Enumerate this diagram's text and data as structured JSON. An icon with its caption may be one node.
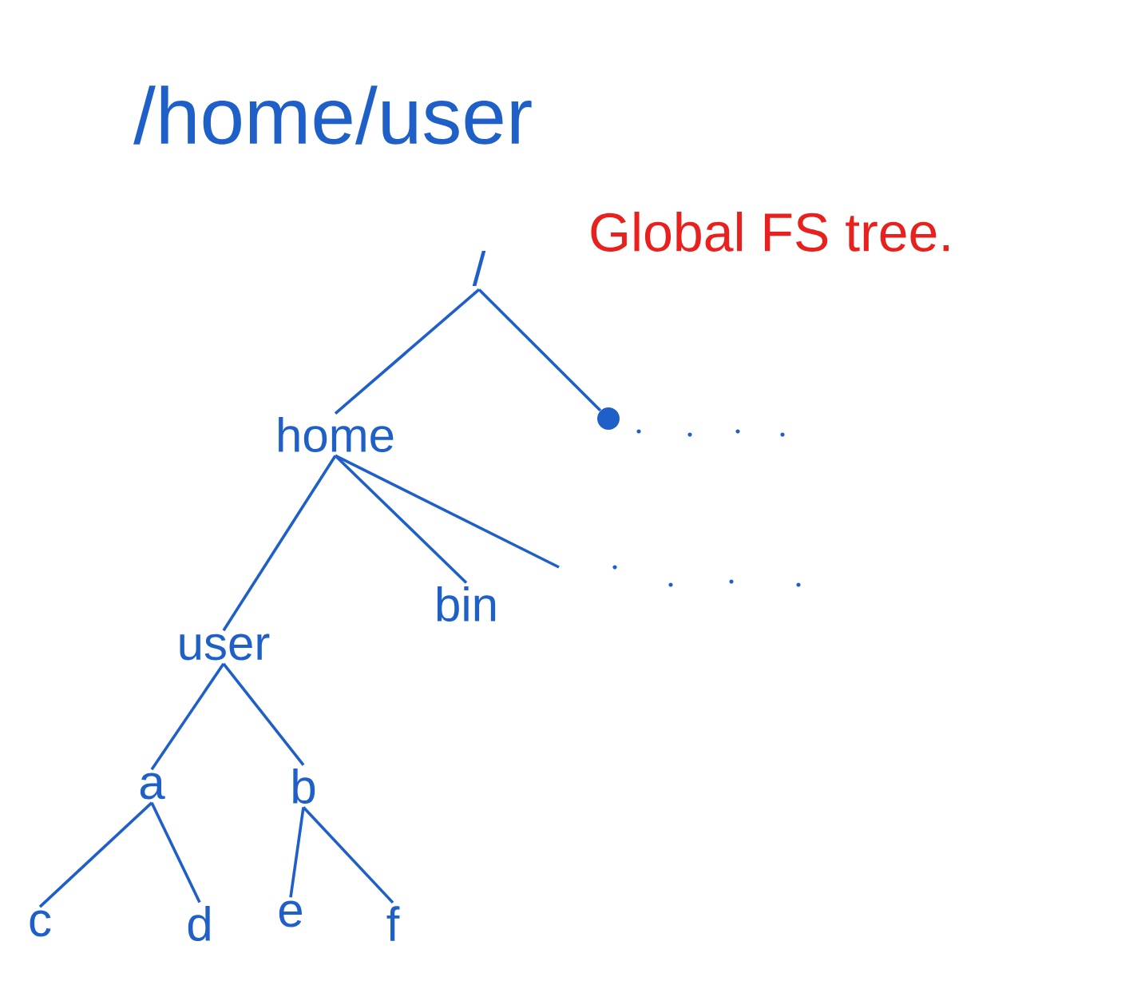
{
  "diagram": {
    "title": "/home/user",
    "nodes": [
      {
        "text": [
          "/"
        ]
      },
      {
        "text": [
          "home"
        ]
      },
      {
        "text": [],
        "shape": "circle"
      },
      {
        "text": [
          "bin"
        ]
      },
      {
        "text": [
          "user"
        ]
      },
      {
        "text": [
          "a"
        ]
      },
      {
        "text": [
          "b"
        ]
      },
      {
        "text": [
          "c"
        ]
      },
      {
        "text": [
          "d"
        ]
      },
      {
        "text": [
          "e"
        ]
      },
      {
        "text": [
          "f"
        ]
      }
    ],
    "edges": [
      {
        "from": 0,
        "to": 1,
        "arrow": "none"
      },
      {
        "from": 0,
        "to": 2,
        "arrow": "none"
      },
      {
        "from": 1,
        "to": 3,
        "arrow": "none"
      },
      {
        "from": 1,
        "to": null,
        "arrow": "none"
      },
      {
        "from": 1,
        "to": 4,
        "arrow": "none"
      },
      {
        "from": 4,
        "to": 5,
        "arrow": "none"
      },
      {
        "from": 4,
        "to": 6,
        "arrow": "none"
      },
      {
        "from": 5,
        "to": 7,
        "arrow": "none"
      },
      {
        "from": 5,
        "to": 8,
        "arrow": "none"
      },
      {
        "from": 6,
        "to": 9,
        "arrow": "none"
      },
      {
        "from": 6,
        "to": 10,
        "arrow": "none"
      }
    ],
    "labels": [
      "Global FS tree."
    ]
  }
}
